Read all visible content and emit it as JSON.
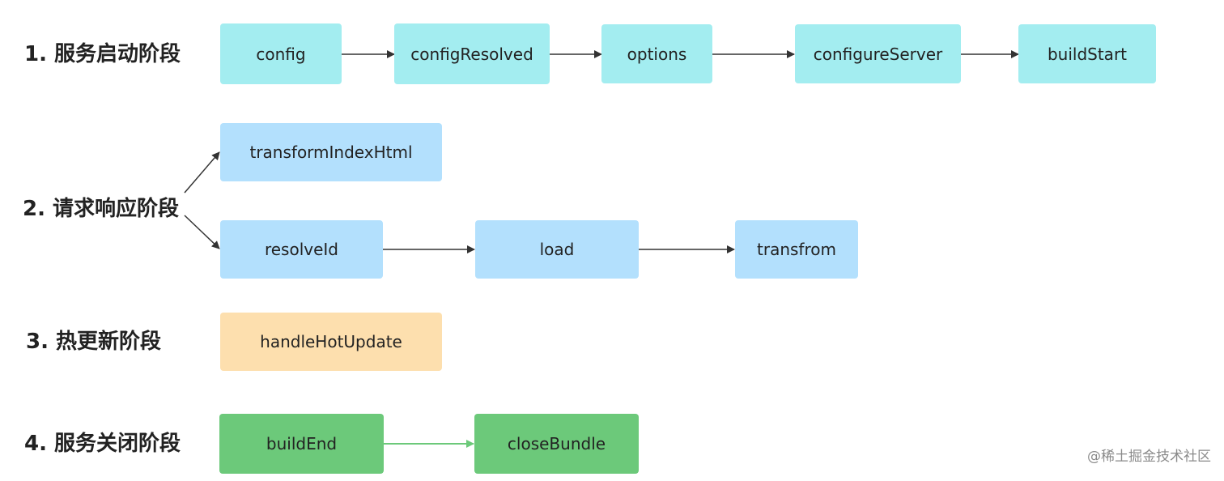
{
  "stages": [
    {
      "label": "1. 服务启动阶段",
      "nodes": [
        "config",
        "configResolved",
        "options",
        "configureServer",
        "buildStart"
      ]
    },
    {
      "label": "2. 请求响应阶段",
      "branch_top": [
        "transformIndexHtml"
      ],
      "branch_bottom": [
        "resolveId",
        "load",
        "transfrom"
      ]
    },
    {
      "label": "3. 热更新阶段",
      "nodes": [
        "handleHotUpdate"
      ]
    },
    {
      "label": "4. 服务关闭阶段",
      "nodes": [
        "buildEnd",
        "closeBundle"
      ]
    }
  ],
  "colors": {
    "stage1": "#a3edf0",
    "stage2": "#b3e0fd",
    "stage3": "#fddfae",
    "stage4": "#6cc97a",
    "arrow": "#333333",
    "arrow_green": "#6cc97a"
  },
  "watermark": "@稀土掘金技术社区"
}
